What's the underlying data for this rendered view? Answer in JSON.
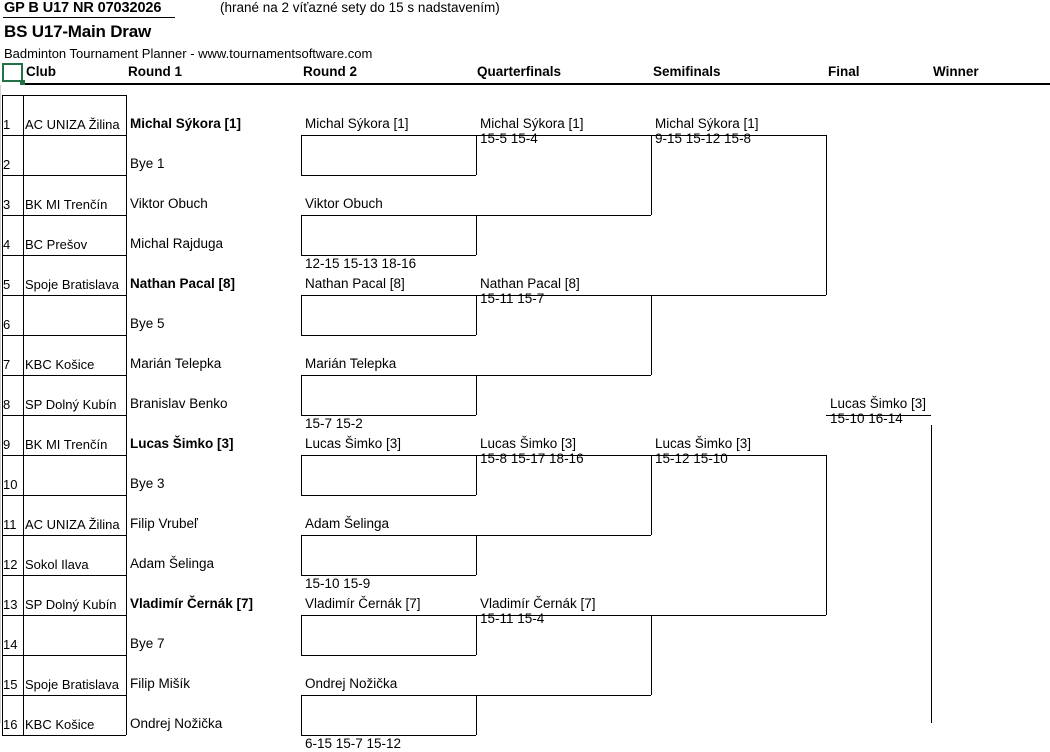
{
  "header": {
    "tournament_code": "GP B U17 NR 07032026",
    "format_note": "(hrané na 2 víťazné sety do 15 s nadstavením)",
    "draw_title": "BS U17-Main Draw",
    "software_credit": "Badminton Tournament Planner - www.tournamentsoftware.com"
  },
  "columns": [
    {
      "key": "club",
      "label": "Club"
    },
    {
      "key": "round1",
      "label": "Round 1"
    },
    {
      "key": "round2",
      "label": "Round 2"
    },
    {
      "key": "quarterfinals",
      "label": "Quarterfinals"
    },
    {
      "key": "semifinals",
      "label": "Semifinals"
    },
    {
      "key": "final",
      "label": "Final"
    },
    {
      "key": "winner",
      "label": "Winner"
    }
  ],
  "colors": {
    "selection_green": "#217346",
    "grid_line": "#d0d0d0",
    "bracket_line": "#000000",
    "text": "#000000"
  },
  "entrants": [
    {
      "num": "1",
      "club": "AC UNIZA Žilina",
      "player": "Michal Sýkora [1]",
      "seeded": true
    },
    {
      "num": "2",
      "club": "",
      "player": "Bye 1",
      "seeded": false
    },
    {
      "num": "3",
      "club": "BK MI Trenčín",
      "player": "Viktor Obuch",
      "seeded": false
    },
    {
      "num": "4",
      "club": "BC Prešov",
      "player": "Michal Rajduga",
      "seeded": false
    },
    {
      "num": "5",
      "club": "Spoje Bratislava",
      "player": "Nathan Pacal [8]",
      "seeded": true
    },
    {
      "num": "6",
      "club": "",
      "player": "Bye 5",
      "seeded": false
    },
    {
      "num": "7",
      "club": "KBC Košice",
      "player": "Marián Telepka",
      "seeded": false
    },
    {
      "num": "8",
      "club": "SP Dolný Kubín",
      "player": "Branislav Benko",
      "seeded": false
    },
    {
      "num": "9",
      "club": "BK MI Trenčín",
      "player": "Lucas Šimko [3]",
      "seeded": true
    },
    {
      "num": "10",
      "club": "",
      "player": "Bye 3",
      "seeded": false
    },
    {
      "num": "11",
      "club": "AC UNIZA Žilina",
      "player": "Filip Vrubeľ",
      "seeded": false
    },
    {
      "num": "12",
      "club": "Sokol Ilava",
      "player": "Adam Šelinga",
      "seeded": false
    },
    {
      "num": "13",
      "club": "SP Dolný Kubín",
      "player": "Vladimír Černák [7]",
      "seeded": true
    },
    {
      "num": "14",
      "club": "",
      "player": "Bye 7",
      "seeded": false
    },
    {
      "num": "15",
      "club": "Spoje Bratislava",
      "player": "Filip Mišík",
      "seeded": false
    },
    {
      "num": "16",
      "club": "KBC Košice",
      "player": "Ondrej Nožička",
      "seeded": false
    }
  ],
  "round2": [
    {
      "winner": "Michal Sýkora [1]",
      "score": ""
    },
    {
      "winner": "Viktor Obuch",
      "score": "12-15 15-13 18-16"
    },
    {
      "winner": "Nathan Pacal [8]",
      "score": ""
    },
    {
      "winner": "Marián Telepka",
      "score": "15-7 15-2"
    },
    {
      "winner": "Lucas Šimko [3]",
      "score": ""
    },
    {
      "winner": "Adam Šelinga",
      "score": "15-10 15-9"
    },
    {
      "winner": "Vladimír Černák [7]",
      "score": ""
    },
    {
      "winner": "Ondrej Nožička",
      "score": "6-15 15-7 15-12"
    }
  ],
  "quarterfinals": [
    {
      "winner": "Michal Sýkora [1]",
      "score": "15-5 15-4"
    },
    {
      "winner": "Nathan Pacal [8]",
      "score": "15-11 15-7"
    },
    {
      "winner": "Lucas Šimko [3]",
      "score": "15-8 15-17 18-16"
    },
    {
      "winner": "Vladimír Černák [7]",
      "score": "15-11 15-4"
    }
  ],
  "semifinals": [
    {
      "winner": "Michal Sýkora [1]",
      "score": "9-15 15-12 15-8"
    },
    {
      "winner": "Lucas Šimko [3]",
      "score": "15-12 15-10"
    }
  ],
  "final": [
    {
      "winner": "Lucas Šimko [3]",
      "score": "15-10 16-14"
    }
  ]
}
